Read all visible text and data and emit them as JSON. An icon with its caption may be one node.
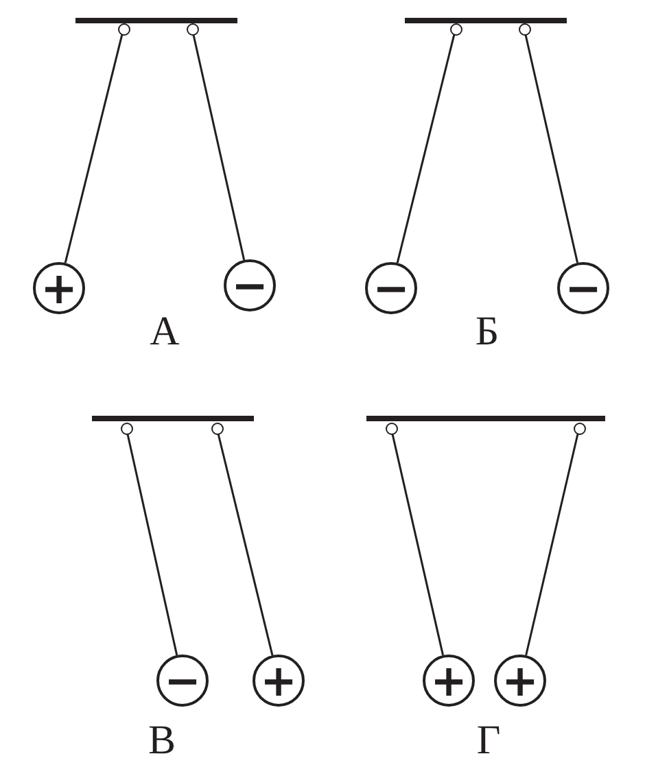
{
  "diagram": {
    "nodes": [
      {
        "text": [],
        "shape": "circle"
      },
      {
        "text": [],
        "shape": "circle"
      },
      {
        "text": [
          "+"
        ]
      },
      {
        "text": [
          "−"
        ]
      },
      {
        "text": [],
        "shape": "circle"
      },
      {
        "text": [],
        "shape": "circle"
      },
      {
        "text": [
          "−"
        ]
      },
      {
        "text": [
          "−"
        ]
      },
      {
        "text": [],
        "shape": "circle"
      },
      {
        "text": [],
        "shape": "circle"
      },
      {
        "text": [
          "−"
        ]
      },
      {
        "text": [
          "+"
        ]
      },
      {
        "text": [],
        "shape": "circle"
      },
      {
        "text": [],
        "shape": "circle"
      },
      {
        "text": [
          "+"
        ]
      },
      {
        "text": [
          "+"
        ]
      }
    ],
    "edges": [
      {
        "from": 0,
        "to": 2,
        "arrow": "none"
      },
      {
        "from": 1,
        "to": 3,
        "arrow": "none"
      },
      {
        "from": 4,
        "to": 6,
        "arrow": "none"
      },
      {
        "from": 5,
        "to": 7,
        "arrow": "none"
      },
      {
        "from": 8,
        "to": 10,
        "arrow": "none"
      },
      {
        "from": 9,
        "to": 11,
        "arrow": "none"
      },
      {
        "from": 12,
        "to": 14,
        "arrow": "none"
      },
      {
        "from": 13,
        "to": 15,
        "arrow": "none"
      }
    ],
    "labels": [
      "А",
      "Б",
      "В",
      "Г"
    ]
  }
}
